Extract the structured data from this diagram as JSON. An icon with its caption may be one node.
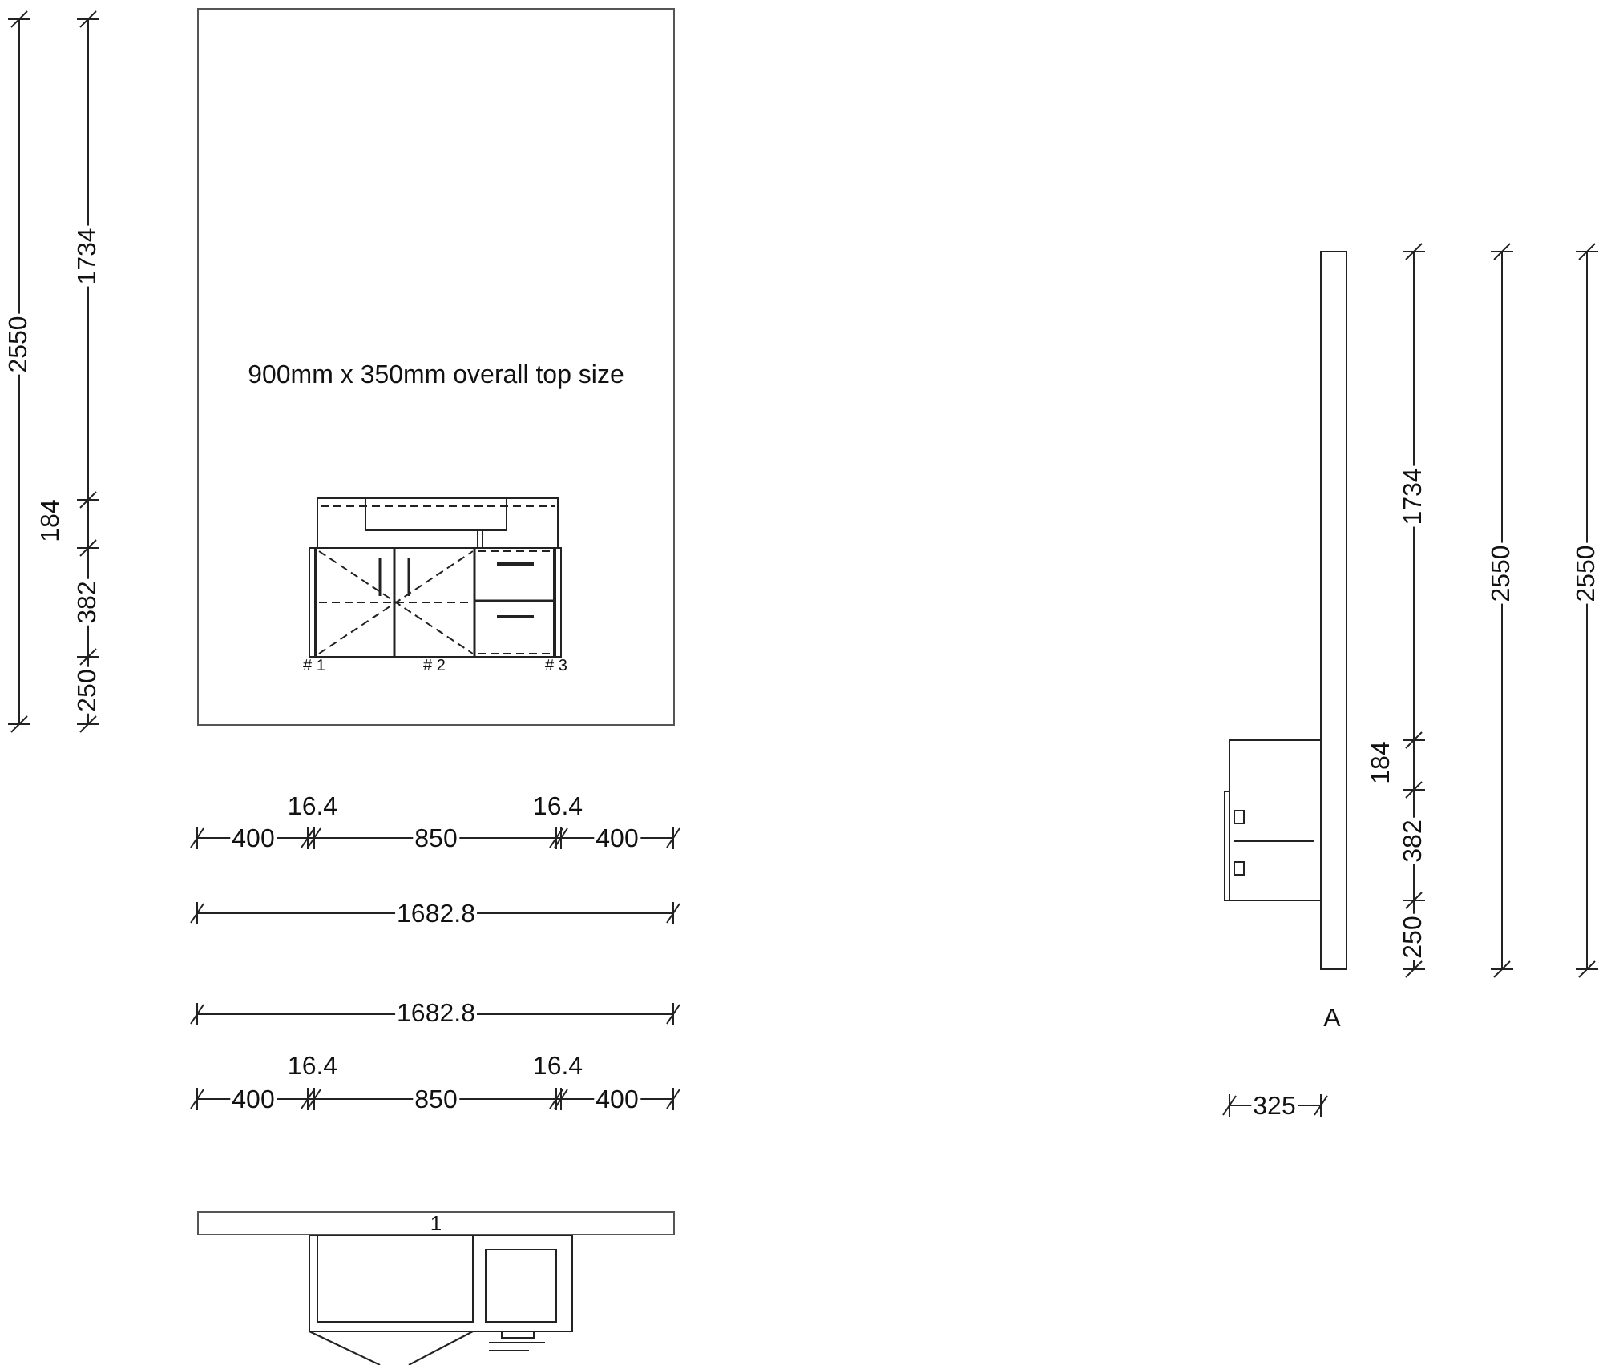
{
  "diagram": {
    "nodes": [
      {
        "text": [
          "900mm x 350mm overall top size"
        ]
      },
      {
        "text": [
          "1"
        ]
      }
    ],
    "labels": [
      "2550",
      "1734",
      "184",
      "382",
      "250",
      "# 1",
      "# 2",
      "# 3",
      "16.4",
      "16.4",
      "400",
      "850",
      "400",
      "1682.8",
      "1682.8",
      "16.4",
      "16.4",
      "400",
      "850",
      "400",
      "1734",
      "2550",
      "2550",
      "184",
      "382",
      "250",
      "A",
      "325"
    ]
  }
}
